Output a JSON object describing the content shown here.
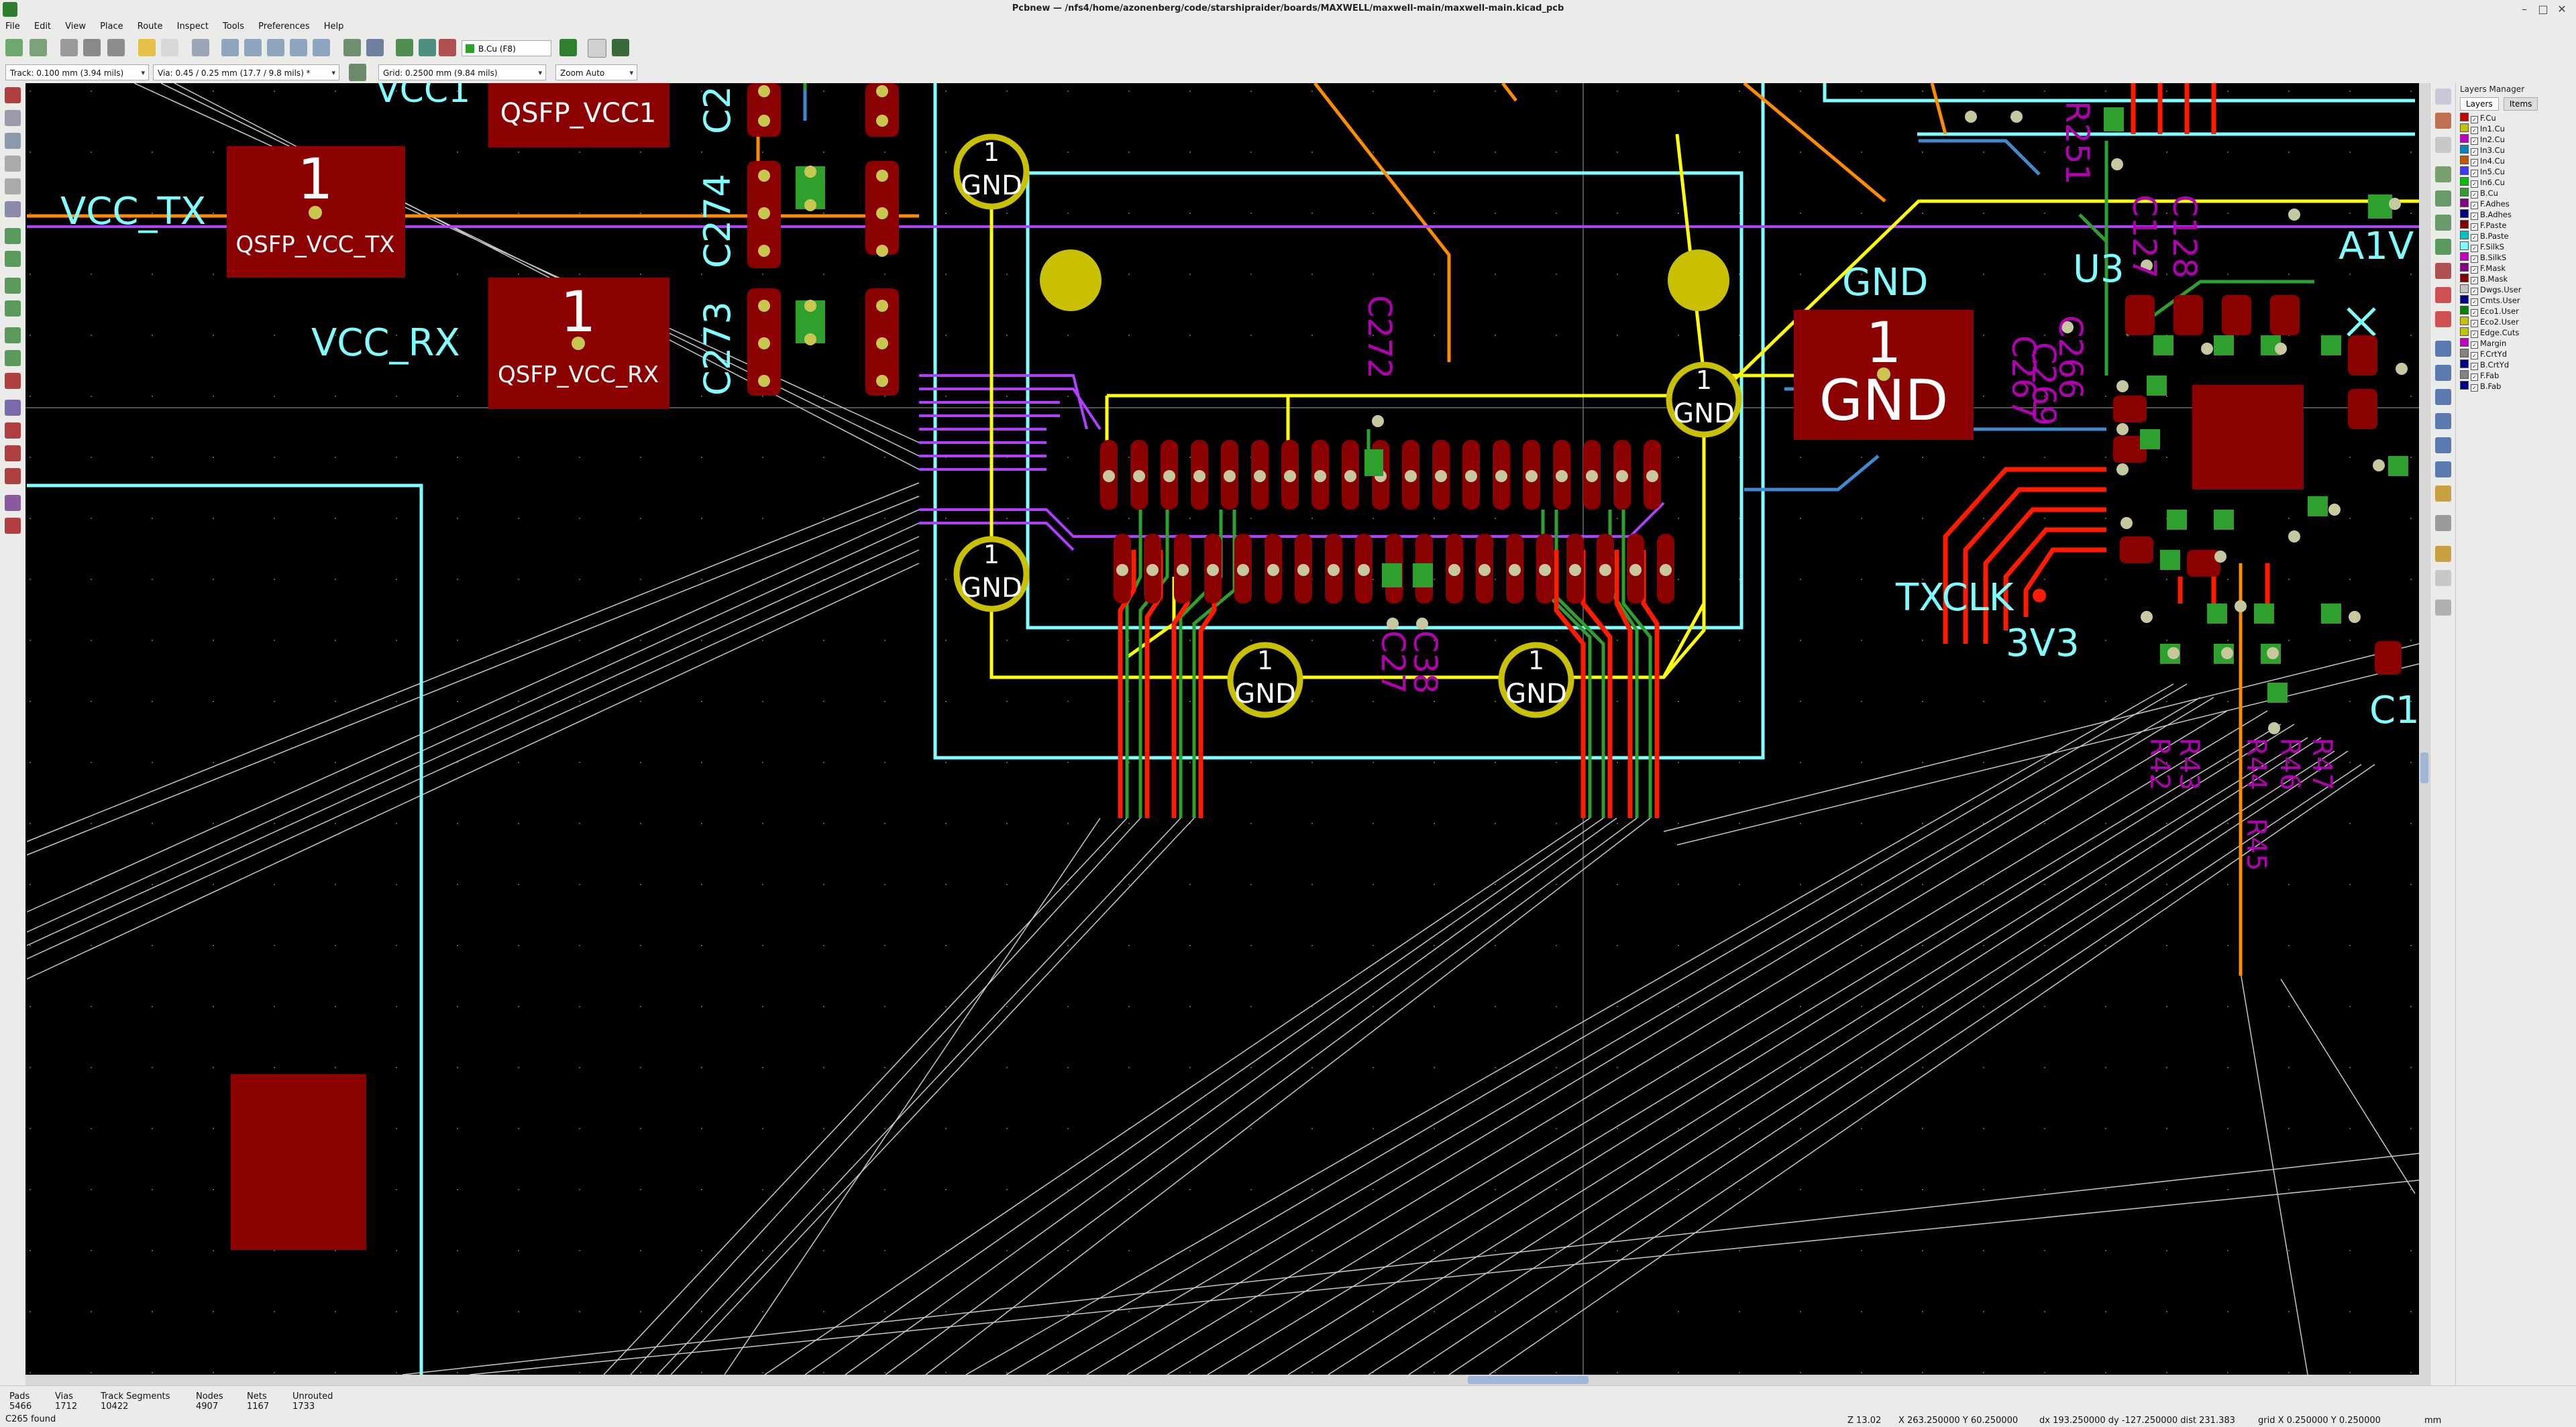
{
  "window": {
    "title": "Pcbnew — /nfs4/home/azonenberg/code/starshipraider/boards/MAXWELL/maxwell-main/maxwell-main.kicad_pcb"
  },
  "menu": [
    "File",
    "Edit",
    "View",
    "Place",
    "Route",
    "Inspect",
    "Tools",
    "Preferences",
    "Help"
  ],
  "toolbar": {
    "active_layer": "B.Cu (F8)",
    "layer_color": "#2ea02e"
  },
  "toolbar2": {
    "track": "Track: 0.100 mm (3.94 mils)",
    "via": "Via: 0.45 / 0.25 mm (17.7 / 9.8 mils) *",
    "grid": "Grid: 0.2500 mm (9.84 mils)",
    "zoom": "Zoom Auto"
  },
  "pcb": {
    "labels": {
      "vcc1": "VCC1",
      "vcc_tx": "VCC_TX",
      "vcc_rx": "VCC_RX",
      "qsfp_vcc1": "QSFP_VCC1",
      "qsfp_vcc_tx": "QSFP_VCC_TX",
      "qsfp_vcc_rx": "QSFP_VCC_RX",
      "pad_num": "1",
      "gnd": "GND",
      "c274": "C274",
      "c273": "C273",
      "c2": "C2",
      "gnd_top": "GND",
      "txclk": "TXCLK",
      "v3v3": "3V3",
      "u3": "U3",
      "a1v": "A1V",
      "c1": "C1",
      "r42": "R42",
      "r43": "R43",
      "r44": "R44",
      "r45": "R45",
      "r46": "R46",
      "r47": "R47",
      "c272": "C272",
      "c27x": "C27",
      "c38": "C38"
    },
    "colors": {
      "background": "#000000",
      "fcu_pad": "#8b0000",
      "silk": "#7fffff",
      "track_red": "#ff1a00",
      "track_orange": "#ff8c00",
      "track_yellow": "#ffff00",
      "track_purple": "#b040ff",
      "track_blue": "#3c8cd2",
      "track_green": "#2ea02e",
      "ratsnest": "#c8c8c8",
      "bsilk": "#b000b0"
    }
  },
  "layers_manager": {
    "title": "Layers Manager",
    "tabs": [
      "Layers",
      "Items"
    ],
    "layers": [
      {
        "name": "F.Cu",
        "color": "#c80000"
      },
      {
        "name": "In1.Cu",
        "color": "#c2c200"
      },
      {
        "name": "In2.Cu",
        "color": "#c200c2"
      },
      {
        "name": "In3.Cu",
        "color": "#0084c2"
      },
      {
        "name": "In4.Cu",
        "color": "#c25a00"
      },
      {
        "name": "In5.Cu",
        "color": "#3a3aff"
      },
      {
        "name": "In6.Cu",
        "color": "#00c200"
      },
      {
        "name": "B.Cu",
        "color": "#2ea02e"
      },
      {
        "name": "F.Adhes",
        "color": "#840084"
      },
      {
        "name": "B.Adhes",
        "color": "#000084"
      },
      {
        "name": "F.Paste",
        "color": "#840000"
      },
      {
        "name": "B.Paste",
        "color": "#00c2c2"
      },
      {
        "name": "F.SilkS",
        "color": "#7fffff"
      },
      {
        "name": "B.SilkS",
        "color": "#c200c2"
      },
      {
        "name": "F.Mask",
        "color": "#840084"
      },
      {
        "name": "B.Mask",
        "color": "#840000"
      },
      {
        "name": "Dwgs.User",
        "color": "#c2c2c2"
      },
      {
        "name": "Cmts.User",
        "color": "#000084"
      },
      {
        "name": "Eco1.User",
        "color": "#008400"
      },
      {
        "name": "Eco2.User",
        "color": "#c2c200"
      },
      {
        "name": "Edge.Cuts",
        "color": "#c2c200"
      },
      {
        "name": "Margin",
        "color": "#c200c2"
      },
      {
        "name": "F.CrtYd",
        "color": "#848484"
      },
      {
        "name": "B.CrtYd",
        "color": "#000084"
      },
      {
        "name": "F.Fab",
        "color": "#848484"
      },
      {
        "name": "B.Fab",
        "color": "#000084"
      }
    ]
  },
  "status": {
    "pads_label": "Pads",
    "pads": "5466",
    "vias_label": "Vias",
    "vias": "1712",
    "tracks_label": "Track Segments",
    "tracks": "10422",
    "nodes_label": "Nodes",
    "nodes": "4907",
    "nets_label": "Nets",
    "nets": "1167",
    "unrouted_label": "Unrouted",
    "unrouted": "1733",
    "message": "C265 found",
    "zoom": "Z 13.02",
    "xy": "X 263.250000  Y 60.250000",
    "dxy": "dx 193.250000  dy -127.250000  dist 231.383",
    "grid": "grid X 0.250000  Y 0.250000",
    "units": "mm"
  }
}
